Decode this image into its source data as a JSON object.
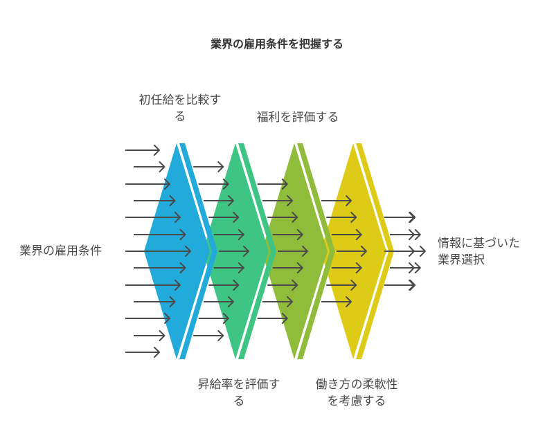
{
  "title": "業界の雇用条件を把握する",
  "input_label": "業界の雇用条件",
  "output_label": [
    "情報に基づいた",
    "業界選択"
  ],
  "stages": [
    {
      "label": [
        "初任給を比較す",
        "る"
      ],
      "position": "top",
      "color": "#22AADB"
    },
    {
      "label": [
        "昇給率を評価す",
        "る"
      ],
      "position": "bottom",
      "color": "#3EC483"
    },
    {
      "label": [
        "福利を評価する"
      ],
      "position": "top",
      "color": "#8FBC3A"
    },
    {
      "label": [
        "働き方の柔軟性",
        "を考慮する"
      ],
      "position": "bottom",
      "color": "#DDCB18"
    }
  ],
  "arrow_color": "#4a4a4a"
}
